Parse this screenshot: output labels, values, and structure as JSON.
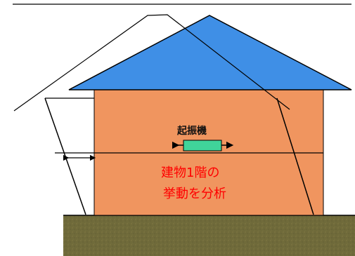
{
  "labels": {
    "shaker": "起振機",
    "analysis_line1": "建物1階の",
    "analysis_line2": "挙動を分析"
  },
  "colors": {
    "roof": "#3f8fe6",
    "wall": "#f0955f",
    "ground": "#6f6a3a",
    "shaker": "#40d49a",
    "analysis_text": "#ff0000",
    "lines": "#000000"
  }
}
